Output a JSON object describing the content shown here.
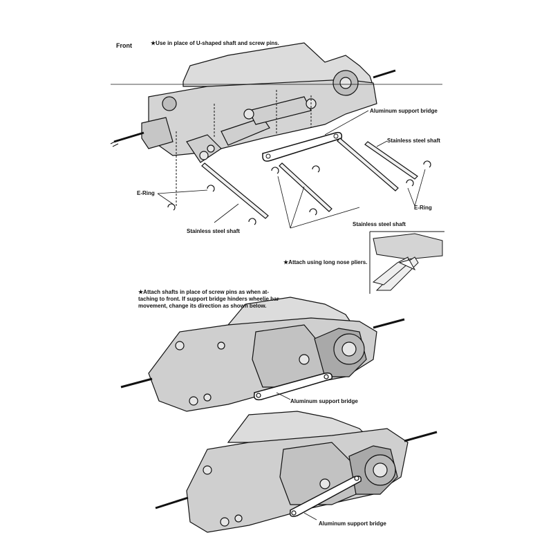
{
  "front_label": "Front",
  "notes": {
    "top": "★Use in place of U-shaped shaft and screw pins.",
    "pliers": "★Attach using long nose pliers.",
    "rear": "★Attach shafts in place of screw pins as when at-taching to front. If support bridge hinders wheelie bar movement, change its direction as shown below."
  },
  "labels": {
    "bridge_top": "Aluminum support bridge",
    "shaft_right": "Stainless steel shaft",
    "ering_left": "E-Ring",
    "ering_right": "E-Ring",
    "shaft_bottom_left": "Stainless steel shaft",
    "shaft_bottom_right": "Stainless steel shaft",
    "bridge_middle": "Aluminum support bridge",
    "bridge_bottom": "Aluminum support bridge"
  },
  "colors": {
    "ink": "#111111",
    "part_fill": "#d4d4d4",
    "part_dark": "#a9a9a9",
    "paper": "#ffffff"
  }
}
